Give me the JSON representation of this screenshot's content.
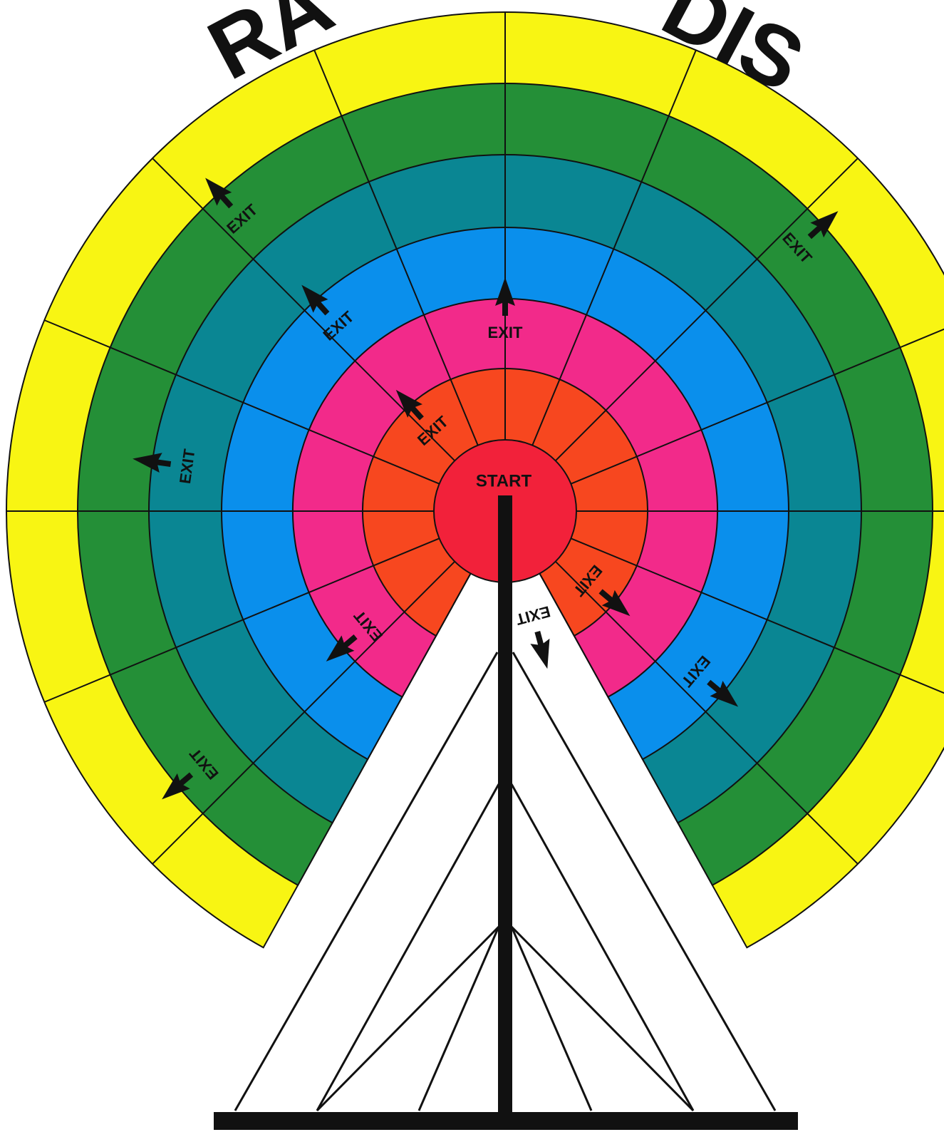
{
  "title": {
    "visible_text": "RA",
    "visible_text_right": "DIS"
  },
  "center": {
    "label": "START"
  },
  "rings": [
    {
      "level": 1,
      "color": "#f2213a"
    },
    {
      "level": 2,
      "color": "#f7471f"
    },
    {
      "level": 3,
      "color": "#f22a8a"
    },
    {
      "level": 4,
      "color": "#0a8fec"
    },
    {
      "level": 5,
      "color": "#0a8693"
    },
    {
      "level": 6,
      "color": "#248f37"
    },
    {
      "level": 7,
      "color": "#f8f513"
    }
  ],
  "exits": [
    {
      "label": "EXIT",
      "ring": 2,
      "sector": "upper-left"
    },
    {
      "label": "EXIT",
      "ring": 2,
      "sector": "lower-right"
    },
    {
      "label": "EXIT",
      "ring": 2,
      "sector": "bottom"
    },
    {
      "label": "EXIT",
      "ring": 3,
      "sector": "top"
    },
    {
      "label": "EXIT",
      "ring": 3,
      "sector": "lower-left"
    },
    {
      "label": "EXIT",
      "ring": 4,
      "sector": "upper-left"
    },
    {
      "label": "EXIT",
      "ring": 4,
      "sector": "lower-right"
    },
    {
      "label": "EXIT",
      "ring": 5,
      "sector": "left"
    },
    {
      "label": "EXIT",
      "ring": 6,
      "sector": "upper-left"
    },
    {
      "label": "EXIT",
      "ring": 6,
      "sector": "upper-right"
    },
    {
      "label": "EXIT",
      "ring": 6,
      "sector": "lower-left"
    }
  ],
  "colors": {
    "outline": "#111111",
    "tower": "#111111",
    "background": "#ffffff"
  }
}
